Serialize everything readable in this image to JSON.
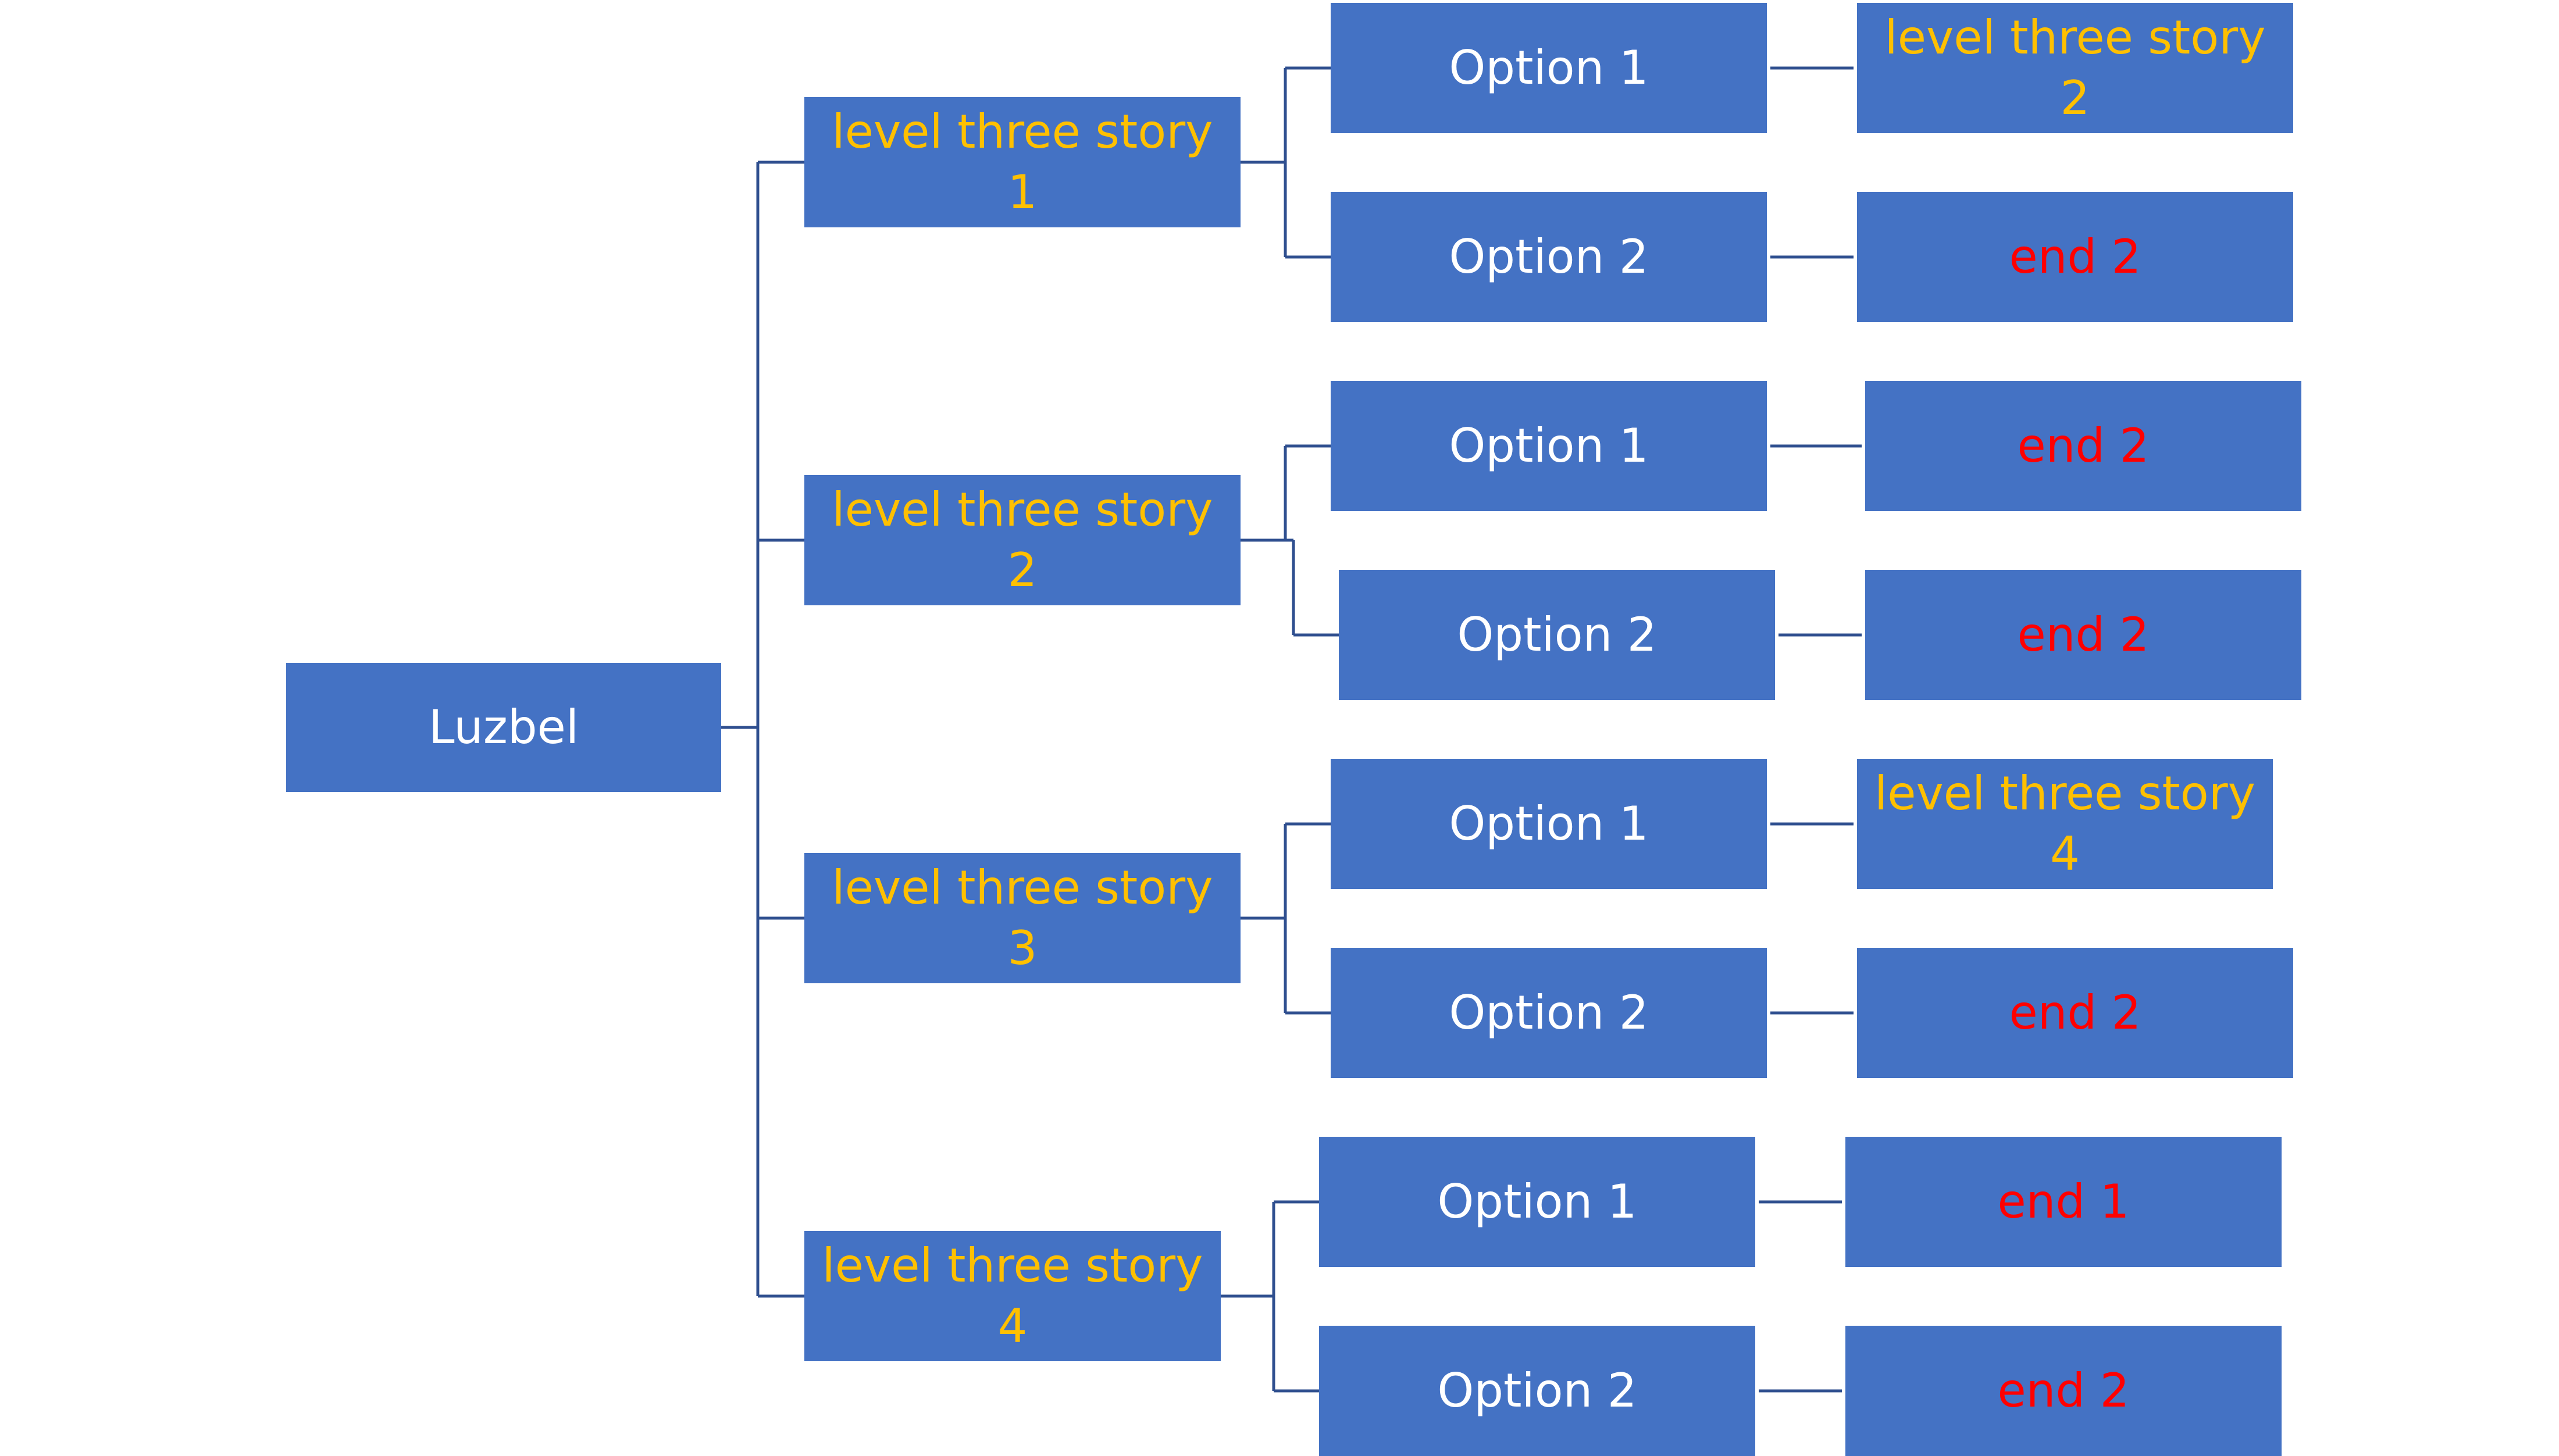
{
  "colors": {
    "node_fill": "#4472C4",
    "connector": "#2F4F8F",
    "text_white": "#FFFFFF",
    "text_gold": "#FFC000",
    "text_red": "#FF0000"
  },
  "root": {
    "label": "Luzbel"
  },
  "stories": [
    {
      "label": "level three story 1",
      "options": [
        {
          "label": "Option 1",
          "outcome": {
            "label": "level three story 2",
            "kind": "story"
          }
        },
        {
          "label": "Option 2",
          "outcome": {
            "label": "end 2",
            "kind": "end"
          }
        }
      ]
    },
    {
      "label": "level three story 2",
      "options": [
        {
          "label": "Option 1",
          "outcome": {
            "label": "end 2",
            "kind": "end"
          }
        },
        {
          "label": "Option 2",
          "outcome": {
            "label": "end 2",
            "kind": "end"
          }
        }
      ]
    },
    {
      "label": "level three story 3",
      "options": [
        {
          "label": "Option 1",
          "outcome": {
            "label": "level three story 4",
            "kind": "story"
          }
        },
        {
          "label": "Option 2",
          "outcome": {
            "label": "end 2",
            "kind": "end"
          }
        }
      ]
    },
    {
      "label": "level three story 4",
      "options": [
        {
          "label": "Option 1",
          "outcome": {
            "label": "end 1",
            "kind": "end"
          }
        },
        {
          "label": "Option 2",
          "outcome": {
            "label": "end 2",
            "kind": "end"
          }
        }
      ]
    }
  ]
}
